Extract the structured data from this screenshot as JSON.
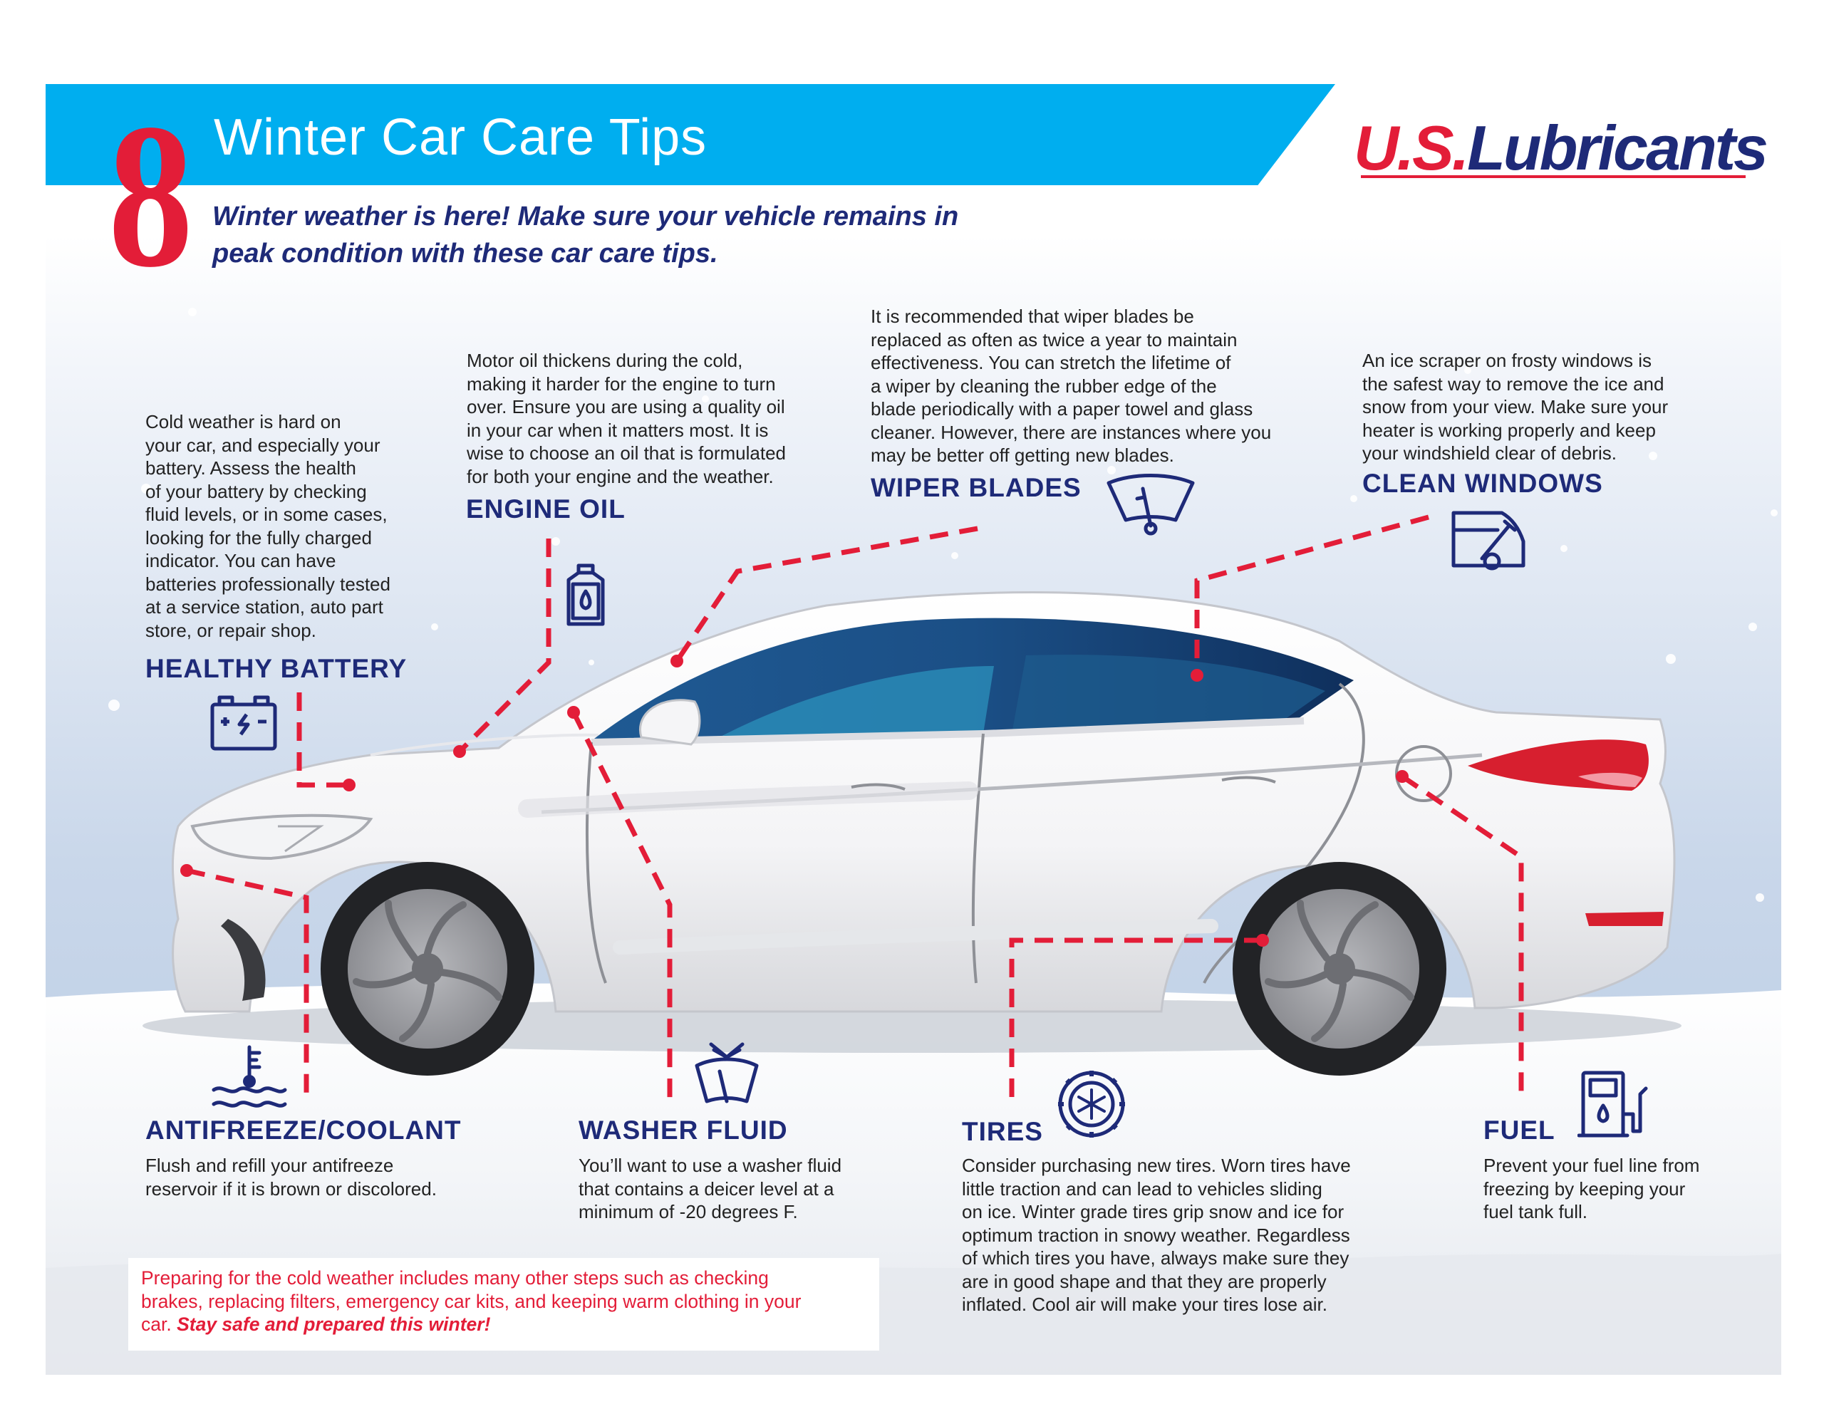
{
  "header": {
    "number": "8",
    "title": "Winter Car Care Tips",
    "intro_line1": "Winter weather is here! Make sure your vehicle remains in",
    "intro_line2": "peak condition with these car care tips."
  },
  "logo": {
    "us": "U.S.",
    "name": "Lubricants"
  },
  "tips": {
    "battery": {
      "heading": "HEALTHY BATTERY",
      "lines": [
        "Cold weather is hard on",
        "your car, and especially your",
        "battery. Assess the health",
        "of your battery by checking",
        "fluid levels, or in some cases,",
        "looking for the fully charged",
        "indicator. You can have",
        "batteries professionally tested",
        "at a service station, auto part",
        "store, or repair shop."
      ],
      "icon": "car-battery-icon"
    },
    "engine_oil": {
      "heading": "ENGINE OIL",
      "lines": [
        "Motor oil thickens during the cold,",
        "making it harder for the engine to turn",
        "over. Ensure you are using a quality oil",
        "in your car when it matters most. It is",
        "wise to choose an oil that is formulated",
        "for both your engine and the weather."
      ],
      "icon": "oil-bottle-icon"
    },
    "wiper_blades": {
      "heading": "WIPER BLADES",
      "lines": [
        "It is recommended that wiper blades be",
        "replaced as often as twice a year to maintain",
        "effectiveness. You can stretch the lifetime of",
        "a wiper by cleaning the rubber edge of the",
        "blade periodically with a paper towel and glass",
        "cleaner. However, there are instances where you",
        "may be better off getting new blades."
      ],
      "icon": "windshield-wiper-icon"
    },
    "clean_windows": {
      "heading": "CLEAN WINDOWS",
      "lines": [
        "An ice scraper on frosty windows is",
        "the safest way to remove the ice and",
        "snow from your view. Make sure your",
        "heater is working properly and keep",
        "your windshield clear of debris."
      ],
      "icon": "car-window-scraper-icon"
    },
    "antifreeze": {
      "heading": "ANTIFREEZE/COOLANT",
      "lines": [
        "Flush and refill your antifreeze",
        "reservoir if it is brown or discolored."
      ],
      "icon": "coolant-temperature-icon"
    },
    "washer_fluid": {
      "heading": "WASHER FLUID",
      "lines": [
        "You’ll want to use a washer fluid",
        "that contains a deicer level at a",
        "minimum of -20 degrees F."
      ],
      "icon": "washer-fluid-icon"
    },
    "tires": {
      "heading": "TIRES",
      "lines": [
        "Consider purchasing new tires. Worn tires have",
        "little traction and can lead to vehicles sliding",
        "on ice. Winter grade tires grip snow and ice for",
        "optimum traction in snowy weather. Regardless",
        "of which tires you have, always make sure they",
        "are in good shape and that they are properly",
        "inflated. Cool air will make your tires lose air."
      ],
      "icon": "snow-tire-icon"
    },
    "fuel": {
      "heading": "FUEL",
      "lines": [
        "Prevent your fuel line from",
        "freezing by keeping your",
        "fuel tank full."
      ],
      "icon": "fuel-pump-icon"
    }
  },
  "footer": {
    "line1": "Preparing for the cold weather includes many other steps such as checking",
    "line2": "brakes, replacing filters, emergency car kits, and keeping warm clothing in your",
    "line3_plain": "car. ",
    "line3_emphasis": "Stay safe and prepared this winter!"
  },
  "colors": {
    "header_blue": "#00aeef",
    "navy": "#1e2a78",
    "brand_red": "#e31d38",
    "callout_light": "#f4a6b0"
  }
}
